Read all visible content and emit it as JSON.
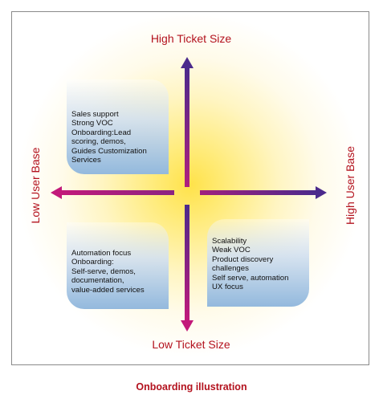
{
  "diagram": {
    "axes": {
      "top": "High Ticket Size",
      "bottom": "Low Ticket Size",
      "left": "Low User Base",
      "right": "High User Base"
    },
    "quadrants": {
      "top_left": {
        "lines": [
          "Sales support",
          "Strong VOC",
          "Onboarding:Lead",
          "scoring, demos,",
          "Guides Customization",
          "Services"
        ]
      },
      "bottom_left": {
        "lines": [
          "Automation focus",
          "Onboarding:",
          "Self-serve, demos,",
          "documentation,",
          "value-added services"
        ]
      },
      "bottom_right": {
        "lines": [
          "Scalability",
          "Weak VOC",
          "Product discovery",
          "challenges",
          "Self serve, automation",
          "UX focus"
        ]
      }
    },
    "colors": {
      "axis_label": "#b3121e",
      "arrow_magenta": "#c2197a",
      "arrow_purple": "#4b2a8c",
      "glow": "#ffe24a"
    }
  },
  "caption": "Onboarding illustration"
}
